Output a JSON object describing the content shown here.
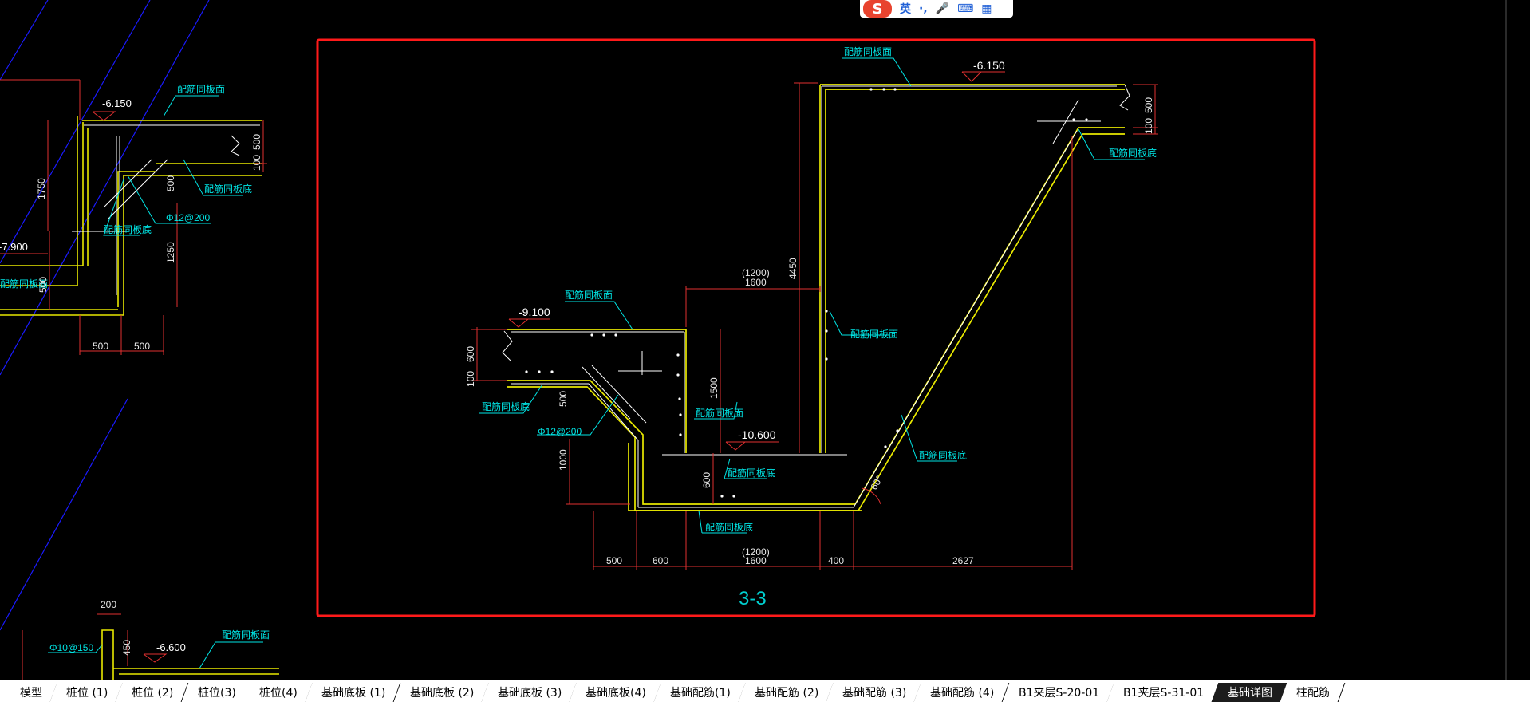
{
  "ime": {
    "logo": "S",
    "mode": "英",
    "punct": "·,",
    "mic_icon": "mic-icon",
    "keyboard_icon": "keyboard-icon",
    "grid_icon": "grid-icon"
  },
  "tabs": [
    {
      "label": "模型"
    },
    {
      "label": "桩位 (1)"
    },
    {
      "label": "桩位 (2)"
    },
    {
      "label": "桩位(3)"
    },
    {
      "label": "桩位(4)"
    },
    {
      "label": "基础底板 (1)"
    },
    {
      "label": "基础底板 (2)"
    },
    {
      "label": "基础底板 (3)"
    },
    {
      "label": "基础底板(4)"
    },
    {
      "label": "基础配筋(1)"
    },
    {
      "label": "基础配筋 (2)"
    },
    {
      "label": "基础配筋 (3)"
    },
    {
      "label": "基础配筋 (4)"
    },
    {
      "label": "B1夹层S-20-01"
    },
    {
      "label": "B1夹层S-31-01"
    },
    {
      "label": "基础详图",
      "active": true
    },
    {
      "label": "柱配筋"
    }
  ],
  "drawing": {
    "section_title": "3-3",
    "main": {
      "elev_top": "-6.150",
      "elev_left": "-9.100",
      "elev_bottom": "-10.600",
      "dims_bottom": [
        "500",
        "600",
        "1600",
        "400",
        "2627"
      ],
      "dim_bottom_paren": "(1200)",
      "dim_mid": "1600",
      "dim_mid_paren": "(1200)",
      "dim_height": "4450",
      "dim_1500": "1500",
      "dim_1000": "1000",
      "dim_600a": "600",
      "dim_600b": "600",
      "dim_500": "500",
      "dim_100": "100",
      "dim_right_500": "500",
      "dim_right_100": "100",
      "rebar": "Φ12@200",
      "angle": "60°",
      "note_face": "配筋同板面",
      "note_bottom": "配筋同板底"
    },
    "left": {
      "elev_a": "-6.150",
      "elev_b": "-7.900",
      "dim_1750": "1750",
      "dim_1250": "1250",
      "dim_500v": "500",
      "dim_500h1": "500",
      "dim_500h2": "500",
      "dim_r500": "500",
      "dim_r100": "100",
      "dim_500b": "500",
      "rebar": "Φ12@200",
      "note_face": "配筋同板面",
      "note_bottom": "配筋同板底"
    },
    "bottom_left": {
      "dim_200": "200",
      "dim_450": "450",
      "rebar": "Φ10@150",
      "elev": "-6.600",
      "note_face": "配筋同板面"
    }
  }
}
